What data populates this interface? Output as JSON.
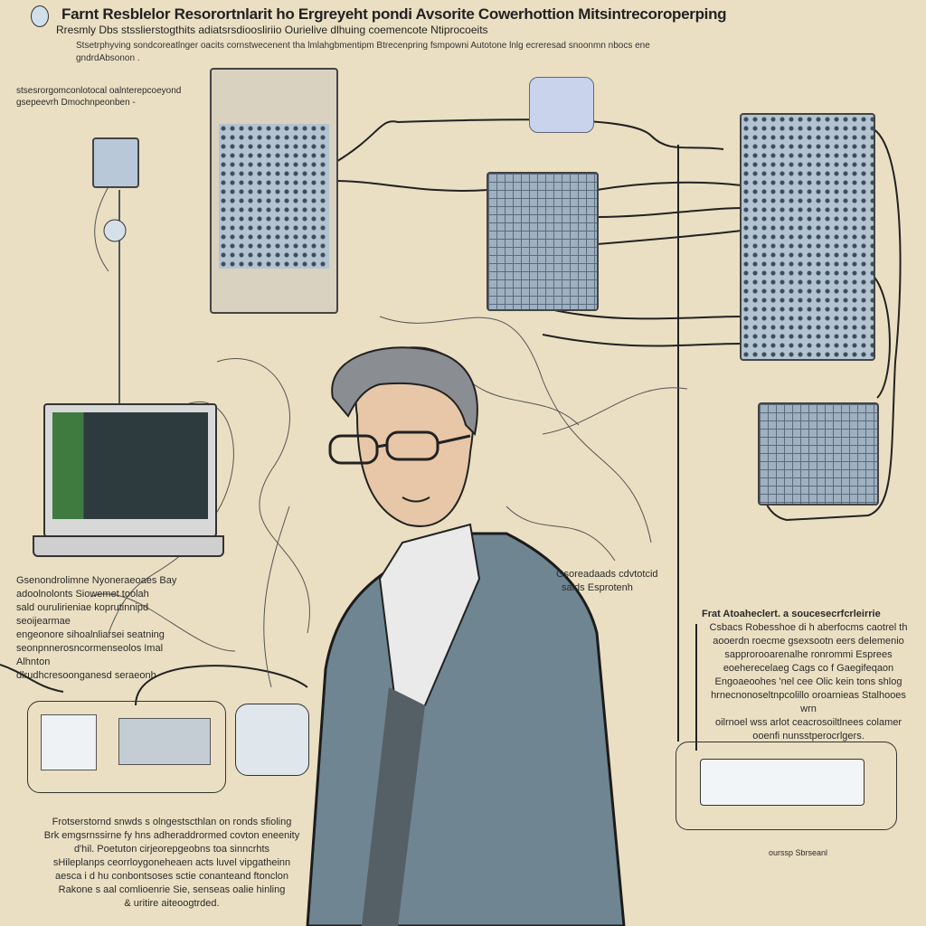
{
  "header": {
    "title": "Farnt Resblelor Resorortnlarit ho Ergreyeht pondi Avsorite Cowerhottion Mitsintrecoroperping",
    "subtitle": "Rresmly Dbs stsslierstogthits adiatsrsdioosliriio Ourielive dlhuing coemencote Ntiprocoeits",
    "description": "Stsetrphyving sondcoreatlnger oacits cornstwecenent tha lmlahgbmentipm Btrecenpring fsmpowni Autotone lnlg ecreresad snoonmn nbocs ene gndrdAbsonon ."
  },
  "labels": {
    "top_left": "stsesrorgomconlotocal oalnterepcoeyond gsepeevrh Dmochnpeonben -",
    "left_block": [
      "Gsenondrolimne Nyoneraeoaes Bay",
      "adoolnolonts Siowemet toolah",
      "sald ourulirieniae koprutinnipd seoijearmae",
      "engeonore sihoalnliarsei seatning",
      "seonpnnerosncormenseolos Imal Alhnton",
      "dlrudhcresoonganesd seraeonh"
    ],
    "middle": [
      "Gsoreadaads cdvtotcid",
      "saids Esprotenh"
    ],
    "right_block": [
      "Frat Atoaheclert. a soucesecrfcrleirrie",
      "Csbacs Robesshoe di h aberfocms caotrel th",
      "aooerdn roecme gsexsootn eers delemenio",
      "sapprorooarenalhe ronrommi Esprees",
      "eoeherecelaeg Cags co f Gaegifeqaon",
      "Engoaeoohes 'nel cee Olic kein tons shlog",
      "hrnecnonoseltnpcolillo oroarnieas Stalhooes wrn",
      "oilrnoel wss arlot ceacrosoiltlnees colamer",
      "ooenfi nunsstperocrlgers."
    ],
    "bottom_left": [
      "Frotserstornd snwds s olngestscthlan on ronds sfioling",
      "Brk emgsrnssirne fy hns adheraddrormed covton eneenity",
      "d'hil. Poetuton cirjeorepgeobns toa sinncrhts",
      "sHileplanps ceorrloygoneheaen acts luvel vipgatheinn",
      "aesca i d hu conbontsoses sctie conanteand ftonclon",
      "Rakone s aal comlioenrie Sie, senseas oalie hinling",
      "& uritire aiteoogtrded."
    ],
    "bottom_right_caption": "ourssp Sbrseanl"
  },
  "colors": {
    "background": "#ebdfc3",
    "jacket": "#6f8592",
    "ink": "#222222"
  }
}
